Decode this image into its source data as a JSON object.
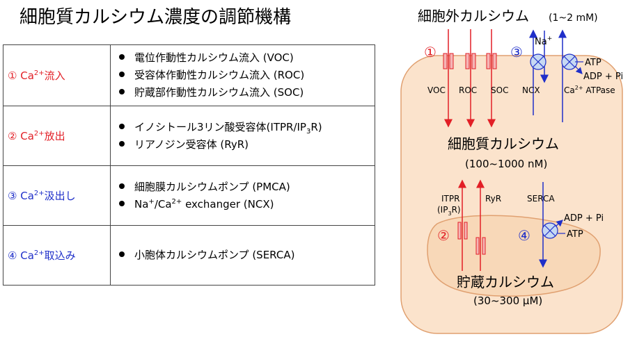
{
  "title": "細胞質カルシウム濃度の調節機構",
  "table": {
    "rows": [
      {
        "num": "①",
        "ca": "Ca",
        "sup": "2+",
        "action": "流入",
        "color": "#e21f26",
        "items": [
          [
            "電位作動性カルシウム流入 (VOC)"
          ],
          [
            "受容体作動性カルシウム流入 (ROC)"
          ],
          [
            "貯蔵部作動性カルシウム流入 (SOC)"
          ]
        ]
      },
      {
        "num": "②",
        "ca": "Ca",
        "sup": "2+",
        "action": "放出",
        "color": "#e21f26",
        "items": [
          [
            "イノシトール3リン酸受容体(ITPR/IP",
            "3",
            "R)"
          ],
          [
            "リアノジン受容体 (RyR)"
          ]
        ]
      },
      {
        "num": "③",
        "ca": "Ca",
        "sup": "2+",
        "action": "汲出し",
        "color": "#1f2fc9",
        "items": [
          [
            "細胞膜カルシウムポンプ (PMCA)"
          ],
          [
            "Na",
            "+",
            "/Ca",
            "2+",
            " exchanger (NCX)"
          ]
        ]
      },
      {
        "num": "④",
        "ca": "Ca",
        "sup": "2+",
        "action": "取込み",
        "color": "#1f2fc9",
        "items": [
          [
            "小胞体カルシウムポンプ (SERCA)"
          ]
        ]
      }
    ]
  },
  "diagram": {
    "extracellular": "細胞外カルシウム",
    "extracellular_conc": "(1~2 mM)",
    "num1": "①",
    "num2": "②",
    "num3": "③",
    "num4": "④",
    "voc": "VOC",
    "roc": "ROC",
    "soc": "SOC",
    "ncx": "NCX",
    "na": "Na",
    "na_sup": "+",
    "atp": "ATP",
    "adp_pi": "ADP + Pi",
    "atpase_ca": "Ca",
    "atpase_sup": "2+",
    "atpase_rest": " ATPase",
    "cytoplasmic": "細胞質カルシウム",
    "cytoplasmic_conc": "(100~1000 nM)",
    "itpr": "ITPR",
    "ip3r_open": "(IP",
    "ip3r_sub": "3",
    "ip3r_close": "R)",
    "ryr": "RyR",
    "serca": "SERCA",
    "atp2": "ATP",
    "adp_pi2": "ADP + Pi",
    "store": "貯蔵カルシウム",
    "store_conc": "(30~300 μM)",
    "colors": {
      "influx": "#e21f26",
      "efflux": "#1f2fc9",
      "cell_fill": "#fbe3cc",
      "cell_stroke": "#e0a070",
      "pump_fill": "#c7d9f3"
    }
  }
}
